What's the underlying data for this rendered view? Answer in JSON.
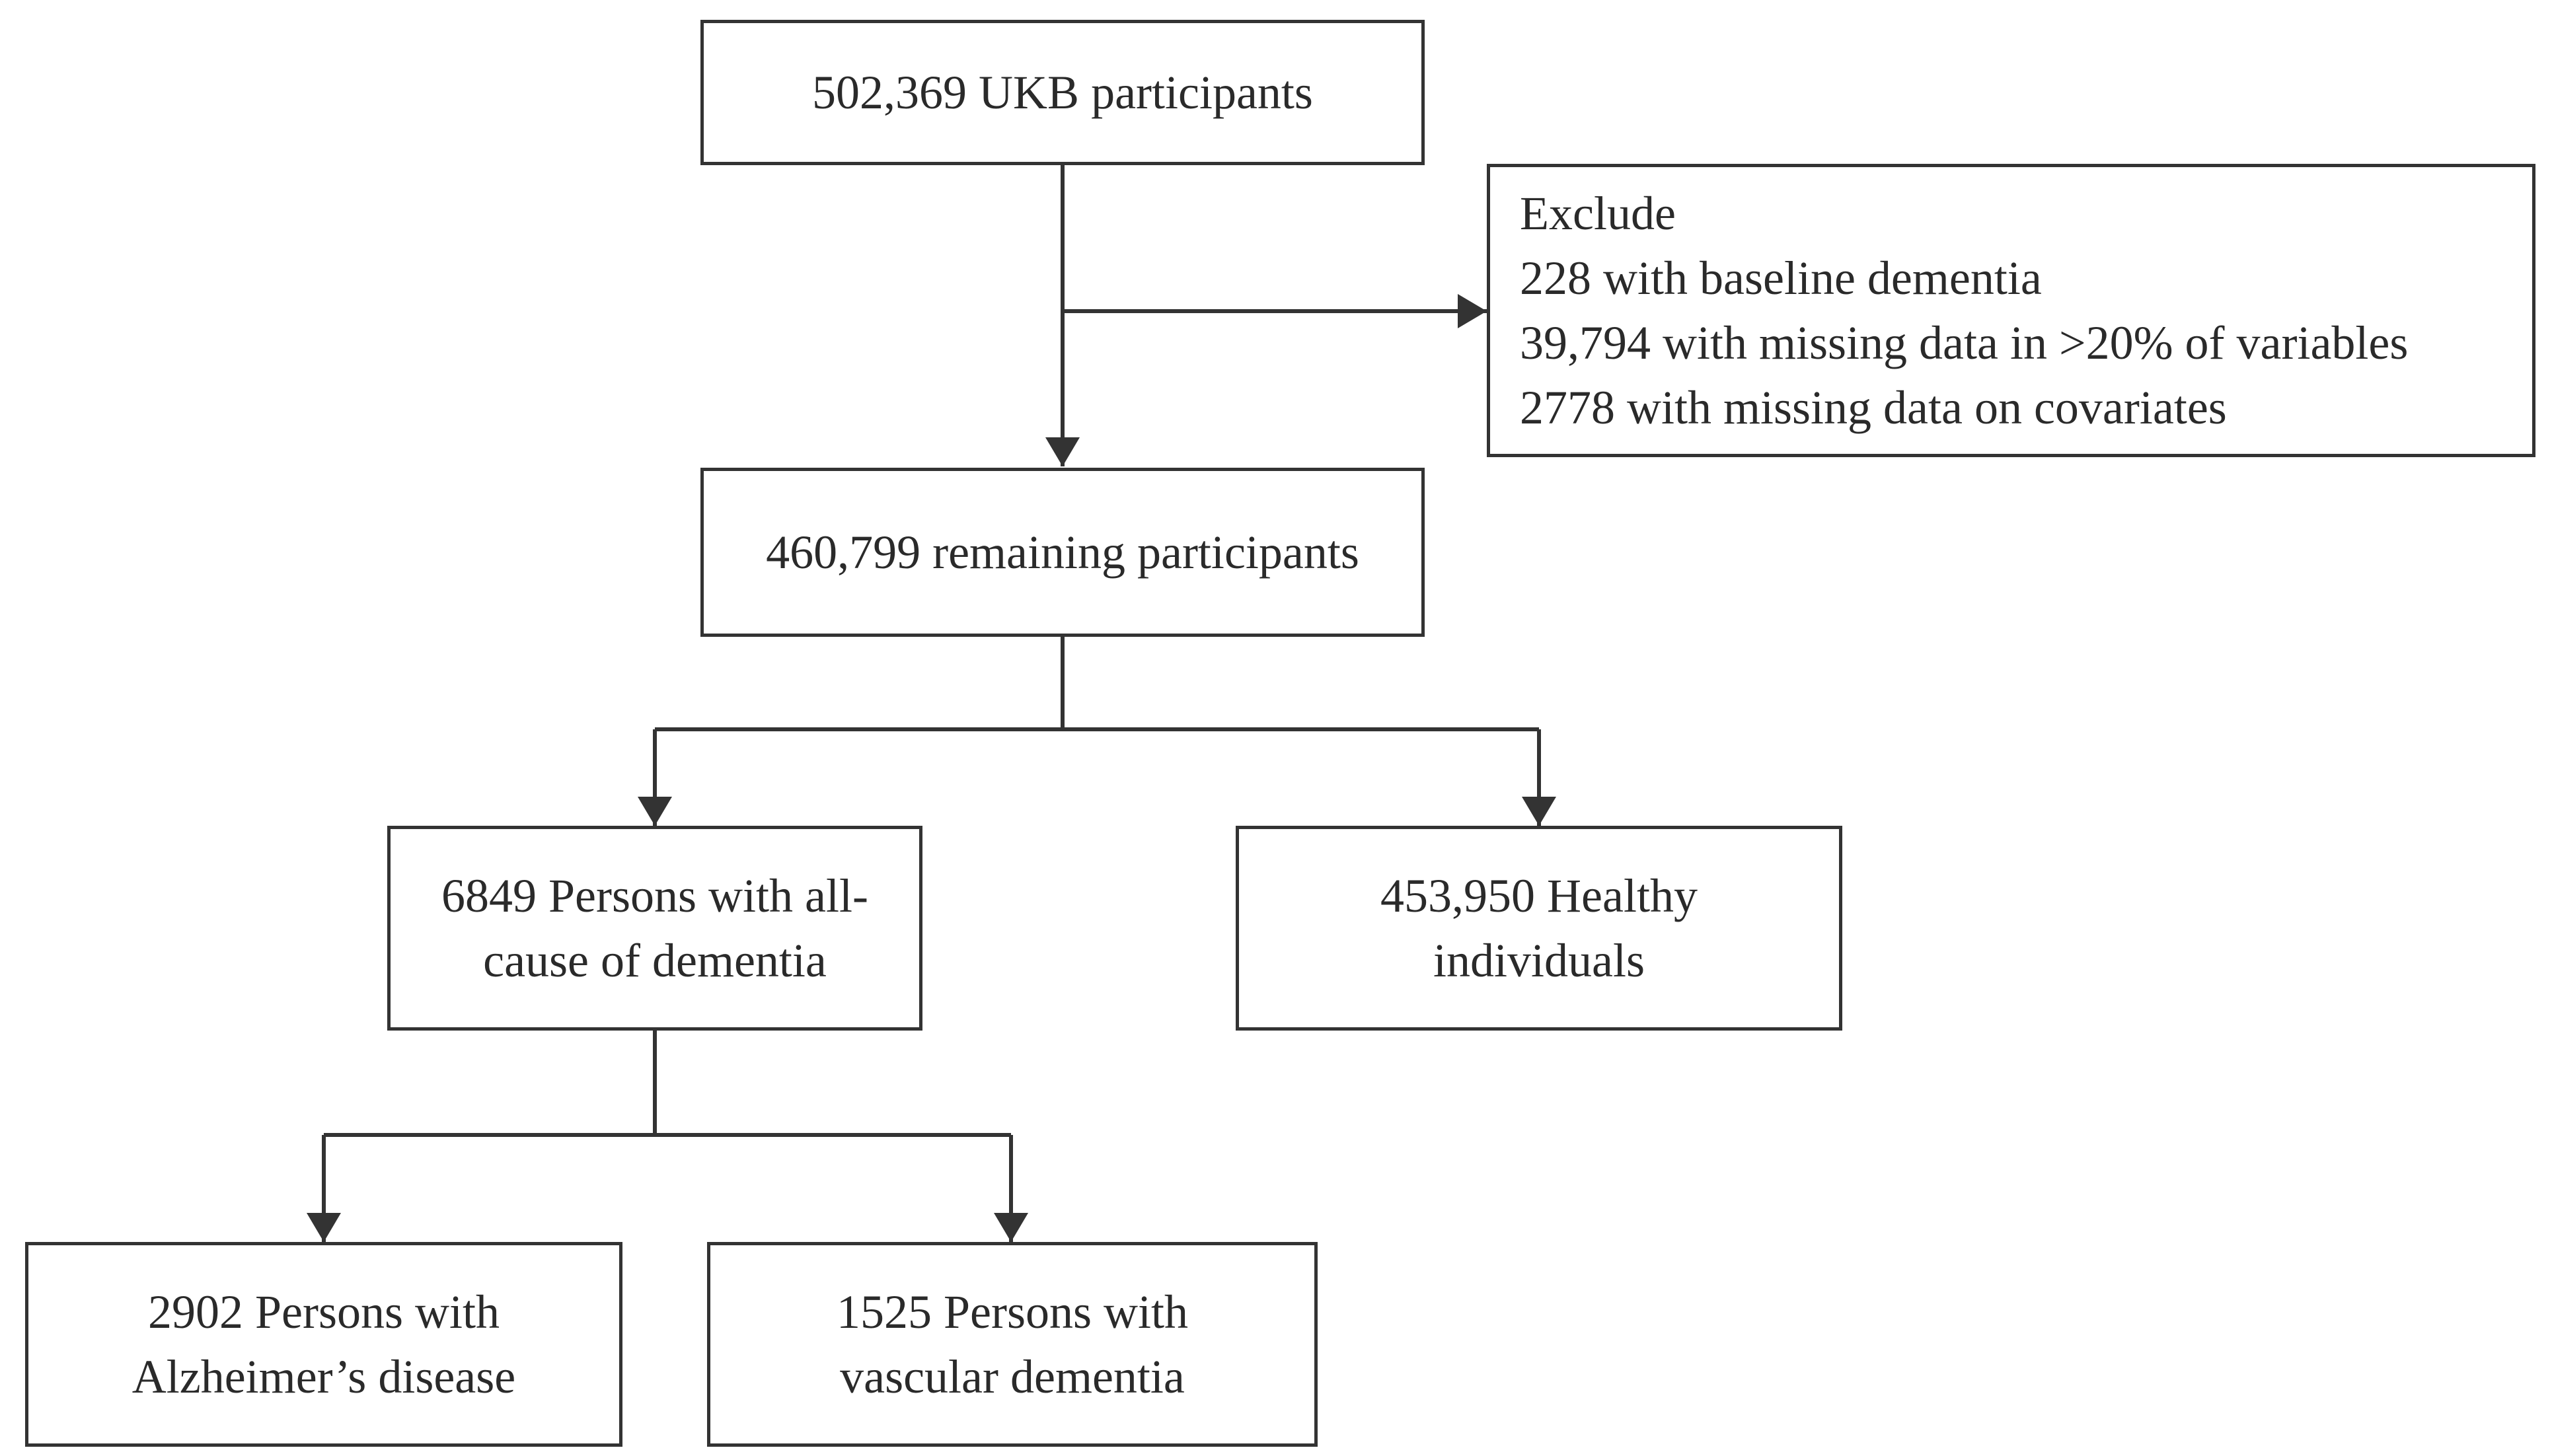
{
  "flowchart": {
    "total": "502,369 UKB participants",
    "exclude": {
      "heading": "Exclude",
      "items": [
        "228 with baseline dementia",
        "39,794 with missing data in >20% of variables",
        "2778 with missing data on covariates"
      ]
    },
    "remaining": "460,799 remaining participants",
    "dementia": [
      "6849 Persons with all-",
      "cause of dementia"
    ],
    "healthy": [
      "453,950 Healthy",
      "individuals"
    ],
    "alzheimers": [
      "2902 Persons with",
      "Alzheimer’s disease"
    ],
    "vascular": [
      "1525 Persons with",
      "vascular dementia"
    ]
  },
  "colors": {
    "line": "#333333",
    "text": "#2a2a2a",
    "background": "#ffffff"
  }
}
